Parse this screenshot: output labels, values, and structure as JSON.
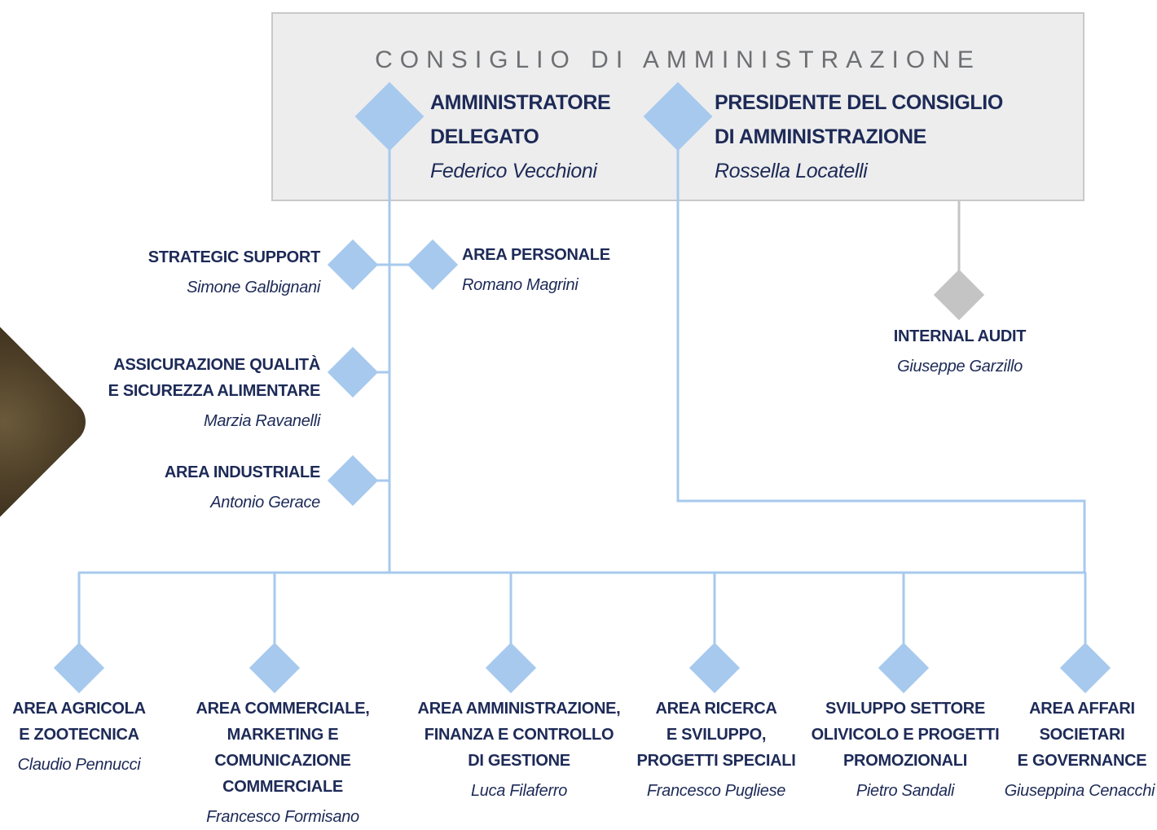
{
  "board": {
    "title": "CONSIGLIO DI AMMINISTRAZIONE"
  },
  "ceo": {
    "role_line1": "AMMINISTRATORE",
    "role_line2": "DELEGATO",
    "name": "Federico Vecchioni"
  },
  "president": {
    "role_line1": "PRESIDENTE DEL CONSIGLIO",
    "role_line2": "DI AMMINISTRAZIONE",
    "name": "Rossella Locatelli"
  },
  "staff": [
    {
      "lines": [
        "STRATEGIC SUPPORT"
      ],
      "name": "Simone Galbignani"
    },
    {
      "lines": [
        "AREA PERSONALE"
      ],
      "name": "Romano Magrini"
    },
    {
      "lines": [
        "ASSICURAZIONE QUALITÀ",
        "E SICUREZZA ALIMENTARE"
      ],
      "name": "Marzia Ravanelli"
    },
    {
      "lines": [
        "AREA INDUSTRIALE"
      ],
      "name": "Antonio Gerace"
    },
    {
      "lines": [
        "INTERNAL AUDIT"
      ],
      "name": "Giuseppe Garzillo"
    }
  ],
  "areas": [
    {
      "lines": [
        "AREA AGRICOLA",
        "E ZOOTECNICA"
      ],
      "name": "Claudio Pennucci"
    },
    {
      "lines": [
        "AREA COMMERCIALE,",
        "MARKETING E COMUNICAZIONE",
        "COMMERCIALE"
      ],
      "name": "Francesco Formisano"
    },
    {
      "lines": [
        "AREA AMMINISTRAZIONE,",
        "FINANZA E CONTROLLO",
        "DI GESTIONE"
      ],
      "name": "Luca Filaferro"
    },
    {
      "lines": [
        "AREA RICERCA",
        "E SVILUPPO,",
        "PROGETTI SPECIALI"
      ],
      "name": "Francesco Pugliese"
    },
    {
      "lines": [
        "SVILUPPO SETTORE",
        "OLIVICOLO E PROGETTI",
        "PROMOZIONALI"
      ],
      "name": "Pietro Sandali"
    },
    {
      "lines": [
        "AREA AFFARI",
        "SOCIETARI",
        "E GOVERNANCE"
      ],
      "name": "Giuseppina Cenacchi"
    }
  ],
  "colors": {
    "line": "#a7c9ee",
    "diamond": "#a7c9ee",
    "grey": "#c4c4c4",
    "text": "#1d2a57",
    "board_bg": "#ededed"
  }
}
